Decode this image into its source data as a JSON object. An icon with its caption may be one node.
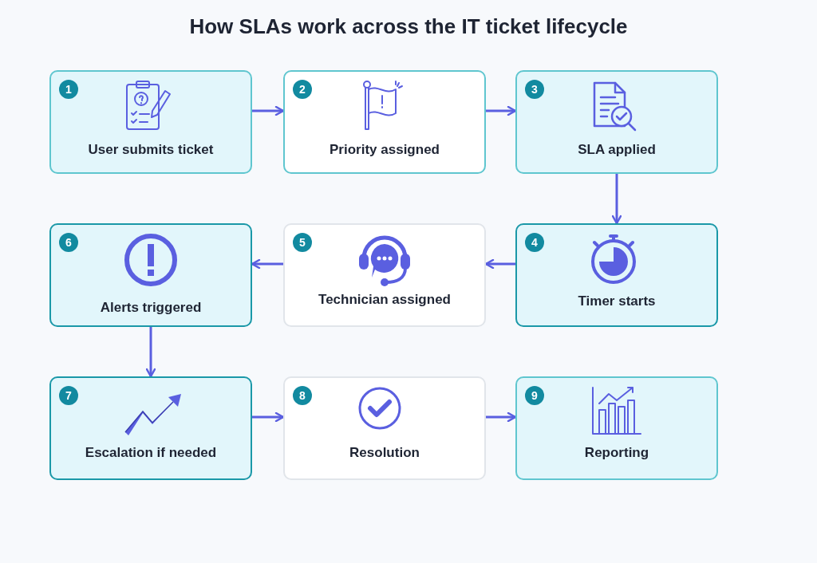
{
  "diagram": {
    "title": "How SLAs work across the IT ticket lifecycle",
    "nodes": [
      {
        "text": [
          "1",
          "User submits ticket"
        ]
      },
      {
        "text": [
          "2",
          "Priority assigned"
        ]
      },
      {
        "text": [
          "3",
          "SLA applied"
        ]
      },
      {
        "text": [
          "4",
          "Timer starts"
        ]
      },
      {
        "text": [
          "5",
          "Technician assigned"
        ]
      },
      {
        "text": [
          "6",
          "Alerts triggered"
        ]
      },
      {
        "text": [
          "7",
          "Escalation if needed"
        ]
      },
      {
        "text": [
          "8",
          "Resolution"
        ]
      },
      {
        "text": [
          "9",
          "Reporting"
        ]
      }
    ],
    "edges": [
      {
        "from": 0,
        "to": 1,
        "arrow": "to"
      },
      {
        "from": 1,
        "to": 2,
        "arrow": "to"
      },
      {
        "from": 2,
        "to": 3,
        "arrow": "to"
      },
      {
        "from": 3,
        "to": 4,
        "arrow": "to"
      },
      {
        "from": 4,
        "to": 5,
        "arrow": "to"
      },
      {
        "from": 5,
        "to": 6,
        "arrow": "to"
      },
      {
        "from": 6,
        "to": 7,
        "arrow": "to"
      },
      {
        "from": 7,
        "to": 8,
        "arrow": "to"
      }
    ]
  }
}
